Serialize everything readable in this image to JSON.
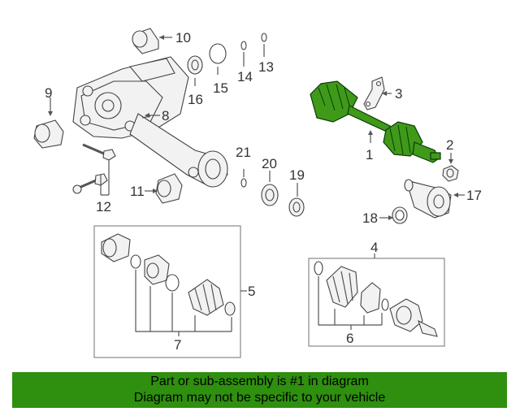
{
  "callouts": {
    "c1": "1",
    "c2": "2",
    "c3": "3",
    "c4": "4",
    "c5": "5",
    "c6": "6",
    "c7": "7",
    "c8": "8",
    "c9": "9",
    "c10": "10",
    "c11": "11",
    "c12": "12",
    "c13": "13",
    "c14": "14",
    "c15": "15",
    "c16": "16",
    "c17": "17",
    "c18": "18",
    "c19": "19",
    "c20": "20",
    "c21": "21"
  },
  "banner": {
    "line1": "Part or sub-assembly is #1 in diagram",
    "line2": "Diagram may not be specific to your vehicle"
  },
  "colors": {
    "highlight": "#3f9a1a",
    "banner": "#2f8f0e"
  }
}
